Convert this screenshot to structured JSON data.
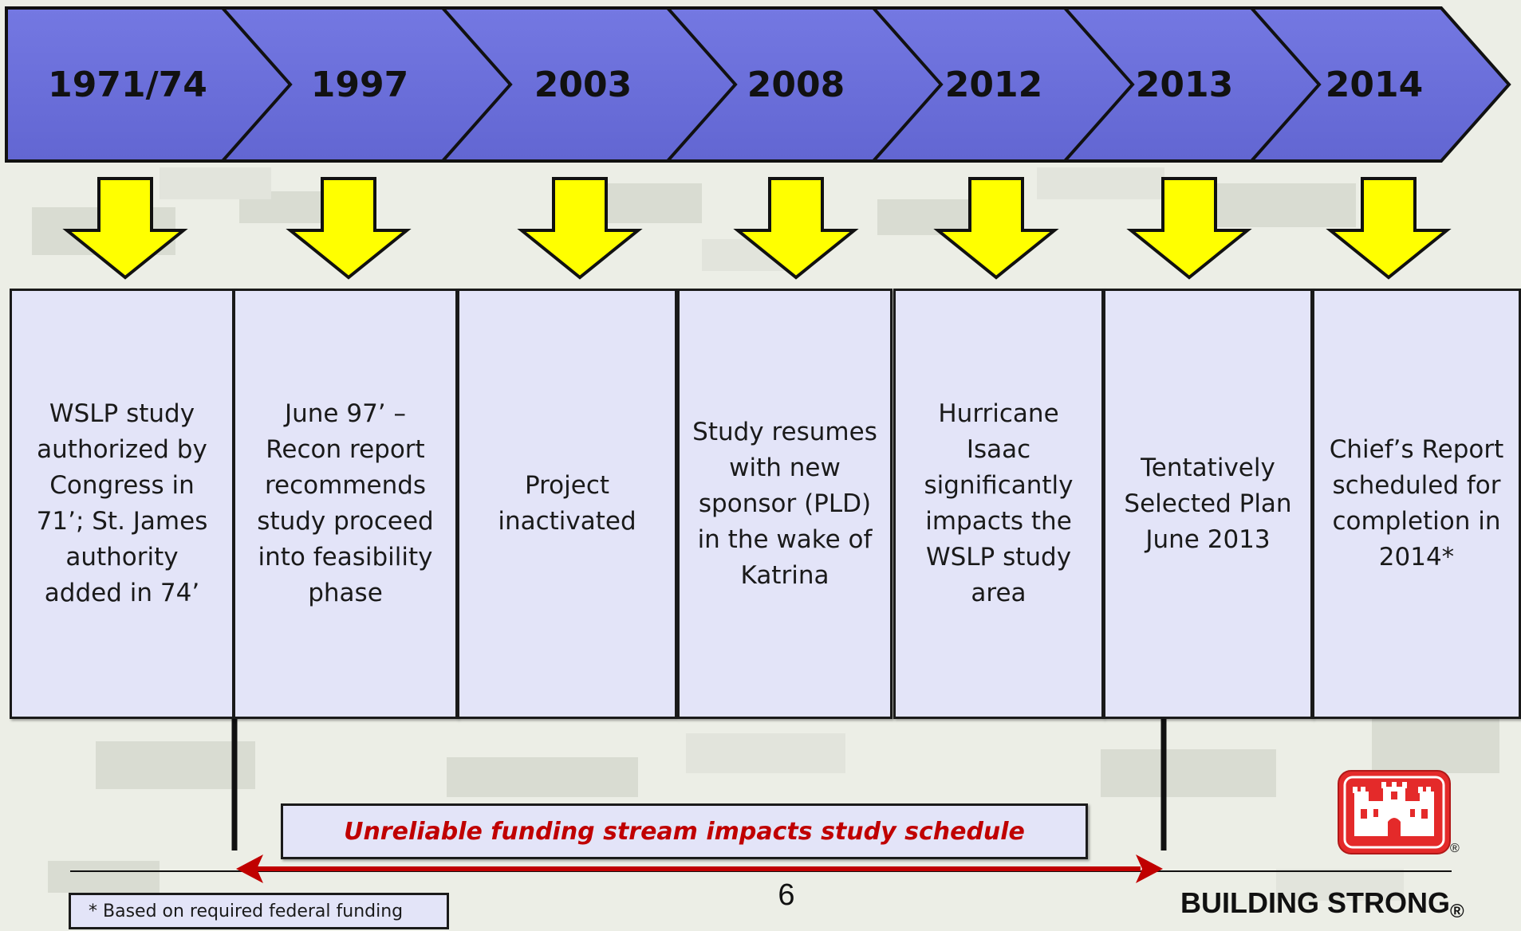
{
  "colors": {
    "chevron_fill": "#6e72dc",
    "arrow_fill": "#ffff00",
    "box_fill": "#e3e4f8",
    "funding_text": "#c00000",
    "span_arrow": "#c00000",
    "logo_red": "#e42a2a"
  },
  "timeline": [
    {
      "year": "1971/74",
      "description": "WSLP study\nauthorized by\nCongress in\n71’; St. James\nauthority\nadded in 74’"
    },
    {
      "year": "1997",
      "description": "June 97’ –\nRecon report\nrecommends\nstudy proceed\ninto feasibility\nphase"
    },
    {
      "year": "2003",
      "description": "Project\ninactivated"
    },
    {
      "year": "2008",
      "description": "Study resumes\nwith new\nsponsor (PLD)\nin the wake of\nKatrina"
    },
    {
      "year": "2012",
      "description": "Hurricane\nIsaac\nsignificantly\nimpacts the\nWSLP study\narea"
    },
    {
      "year": "2013",
      "description": "Tentatively\nSelected Plan\nJune 2013"
    },
    {
      "year": "2014",
      "description": "Chief’s Report\nscheduled for\ncompletion in\n2014*"
    }
  ],
  "funding_note": "Unreliable funding stream impacts study schedule",
  "footnote": "* Based on required federal funding",
  "page_number": "6",
  "tagline": "BUILDING STRONG",
  "tagline_mark": "®",
  "logo_mark": "®",
  "icons": {
    "logo": "castle-logo-icon",
    "down_arrow": "arrow-down-icon"
  }
}
